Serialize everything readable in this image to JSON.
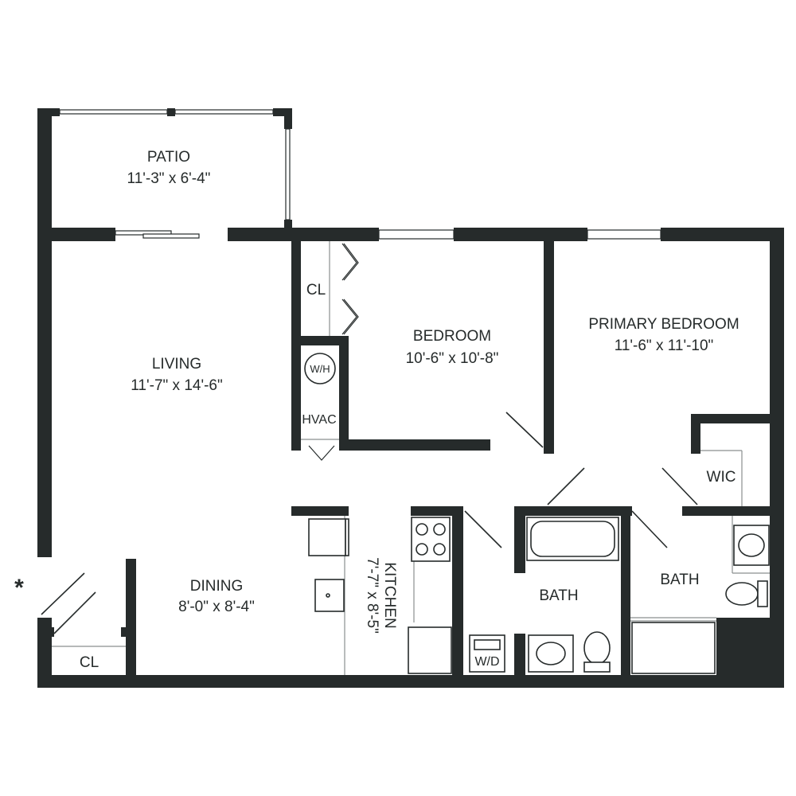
{
  "rooms": {
    "patio": {
      "name": "PATIO",
      "dims": "11'-3\" x 6'-4\""
    },
    "living": {
      "name": "LIVING",
      "dims": "11'-7\" x 14'-6\""
    },
    "bedroom": {
      "name": "BEDROOM",
      "dims": "10'-6\" x 10'-8\""
    },
    "primary_bedroom": {
      "name": "PRIMARY BEDROOM",
      "dims": "11'-6\" x 11'-10\""
    },
    "dining": {
      "name": "DINING",
      "dims": "8'-0\" x 8'-4\""
    },
    "kitchen": {
      "name": "KITCHEN",
      "dims": "7'-7\" x 8'-5\""
    },
    "bath_1": {
      "name": "BATH"
    },
    "bath_2": {
      "name": "BATH"
    },
    "closet_bedroom": {
      "name": "CL"
    },
    "closet_entry": {
      "name": "CL"
    },
    "wic": {
      "name": "WIC"
    },
    "hvac": {
      "name": "HVAC"
    },
    "water_heater": {
      "name": "W/H"
    },
    "washer_dryer": {
      "name": "W/D"
    }
  },
  "entry_marker": "*",
  "colors": {
    "wall": "#262b2b",
    "background": "#ffffff"
  }
}
